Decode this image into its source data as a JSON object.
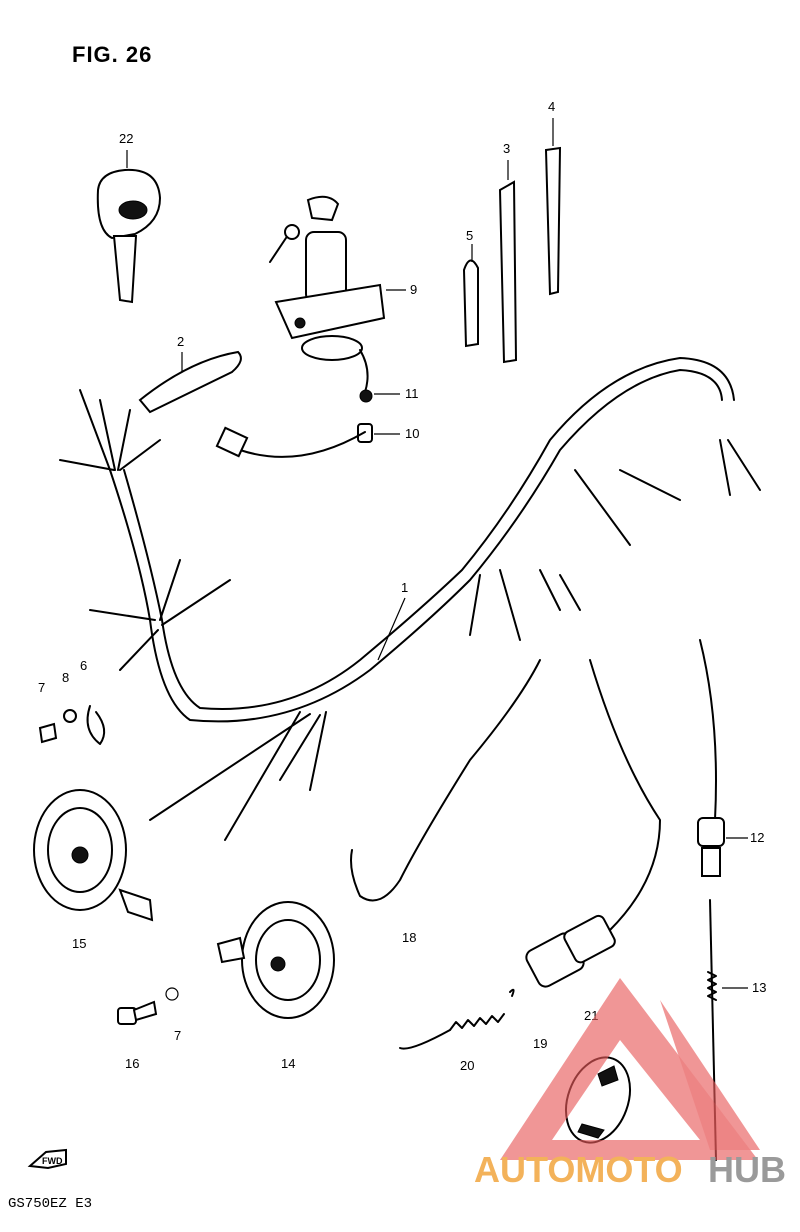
{
  "figure": {
    "title": "FIG. 26",
    "model_code": "GS750EZ  E3"
  },
  "fwd_label": "FWD",
  "callouts": {
    "c1": "1",
    "c2": "2",
    "c3": "3",
    "c4": "4",
    "c5": "5",
    "c6": "6",
    "c7": "7",
    "c7b": "7",
    "c8": "8",
    "c9": "9",
    "c10": "10",
    "c11": "11",
    "c12": "12",
    "c13": "13",
    "c14": "14",
    "c15": "15",
    "c16": "16",
    "c18": "18",
    "c19": "19",
    "c20": "20",
    "c21": "21",
    "c22": "22"
  },
  "watermark": {
    "left": "AUTOMOTO",
    "right": "HUB",
    "colors": {
      "left": "#f3b25a",
      "right": "#9a9a9a",
      "triangle": "#e85a5a"
    }
  }
}
